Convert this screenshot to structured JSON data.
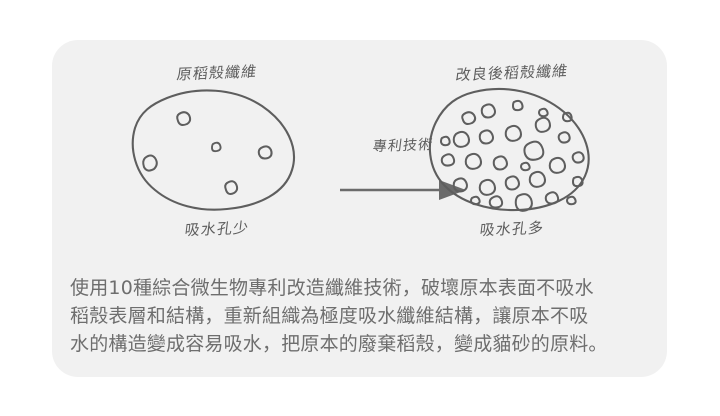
{
  "card": {
    "background_color": "#f1f1f1",
    "page_background_color": "#ffffff"
  },
  "diagram": {
    "ink_color": "#5e5e5e",
    "left_panel": {
      "title": "原稻殼纖維",
      "caption": "吸水孔少",
      "pore_count": 5
    },
    "right_panel": {
      "title": "改良後稻殼纖維",
      "caption": "吸水孔多",
      "pore_count": 28
    },
    "arrow": {
      "label": "專利技術",
      "direction": "right"
    }
  },
  "description": {
    "line1": "使用10種綜合微生物專利改造纖維技術，破壞原本表面不吸水",
    "line2": "稻殼表層和結構，重新組織為極度吸水纖維結構，讓原本不吸",
    "line3": "水的構造變成容易吸水，把原本的廢棄稻殼，變成貓砂的原料。",
    "text_color": "#6e6e6e"
  }
}
